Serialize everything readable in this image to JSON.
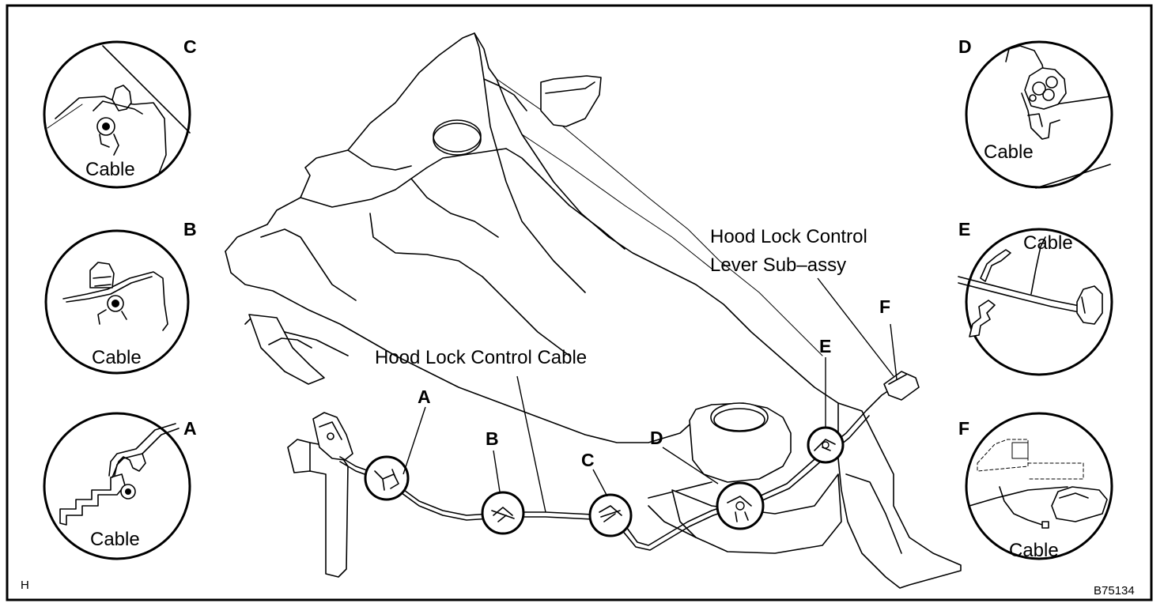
{
  "figure": {
    "page_letter": "H",
    "figure_code": "B75134"
  },
  "labels": {
    "hood_lock_control_cable": "Hood Lock Control Cable",
    "hood_lock_control_lever_line1": "Hood Lock Control",
    "hood_lock_control_lever_line2": "Lever Sub–assy"
  },
  "clamp_points": [
    "A",
    "B",
    "C",
    "D",
    "E",
    "F"
  ],
  "details": {
    "C": {
      "letter": "C",
      "caption": "Cable"
    },
    "B": {
      "letter": "B",
      "caption": "Cable"
    },
    "A": {
      "letter": "A",
      "caption": "Cable"
    },
    "D": {
      "letter": "D",
      "caption": "Cable"
    },
    "E": {
      "letter": "E",
      "caption": "Cable"
    },
    "F": {
      "letter": "F",
      "caption": "Cable"
    }
  }
}
